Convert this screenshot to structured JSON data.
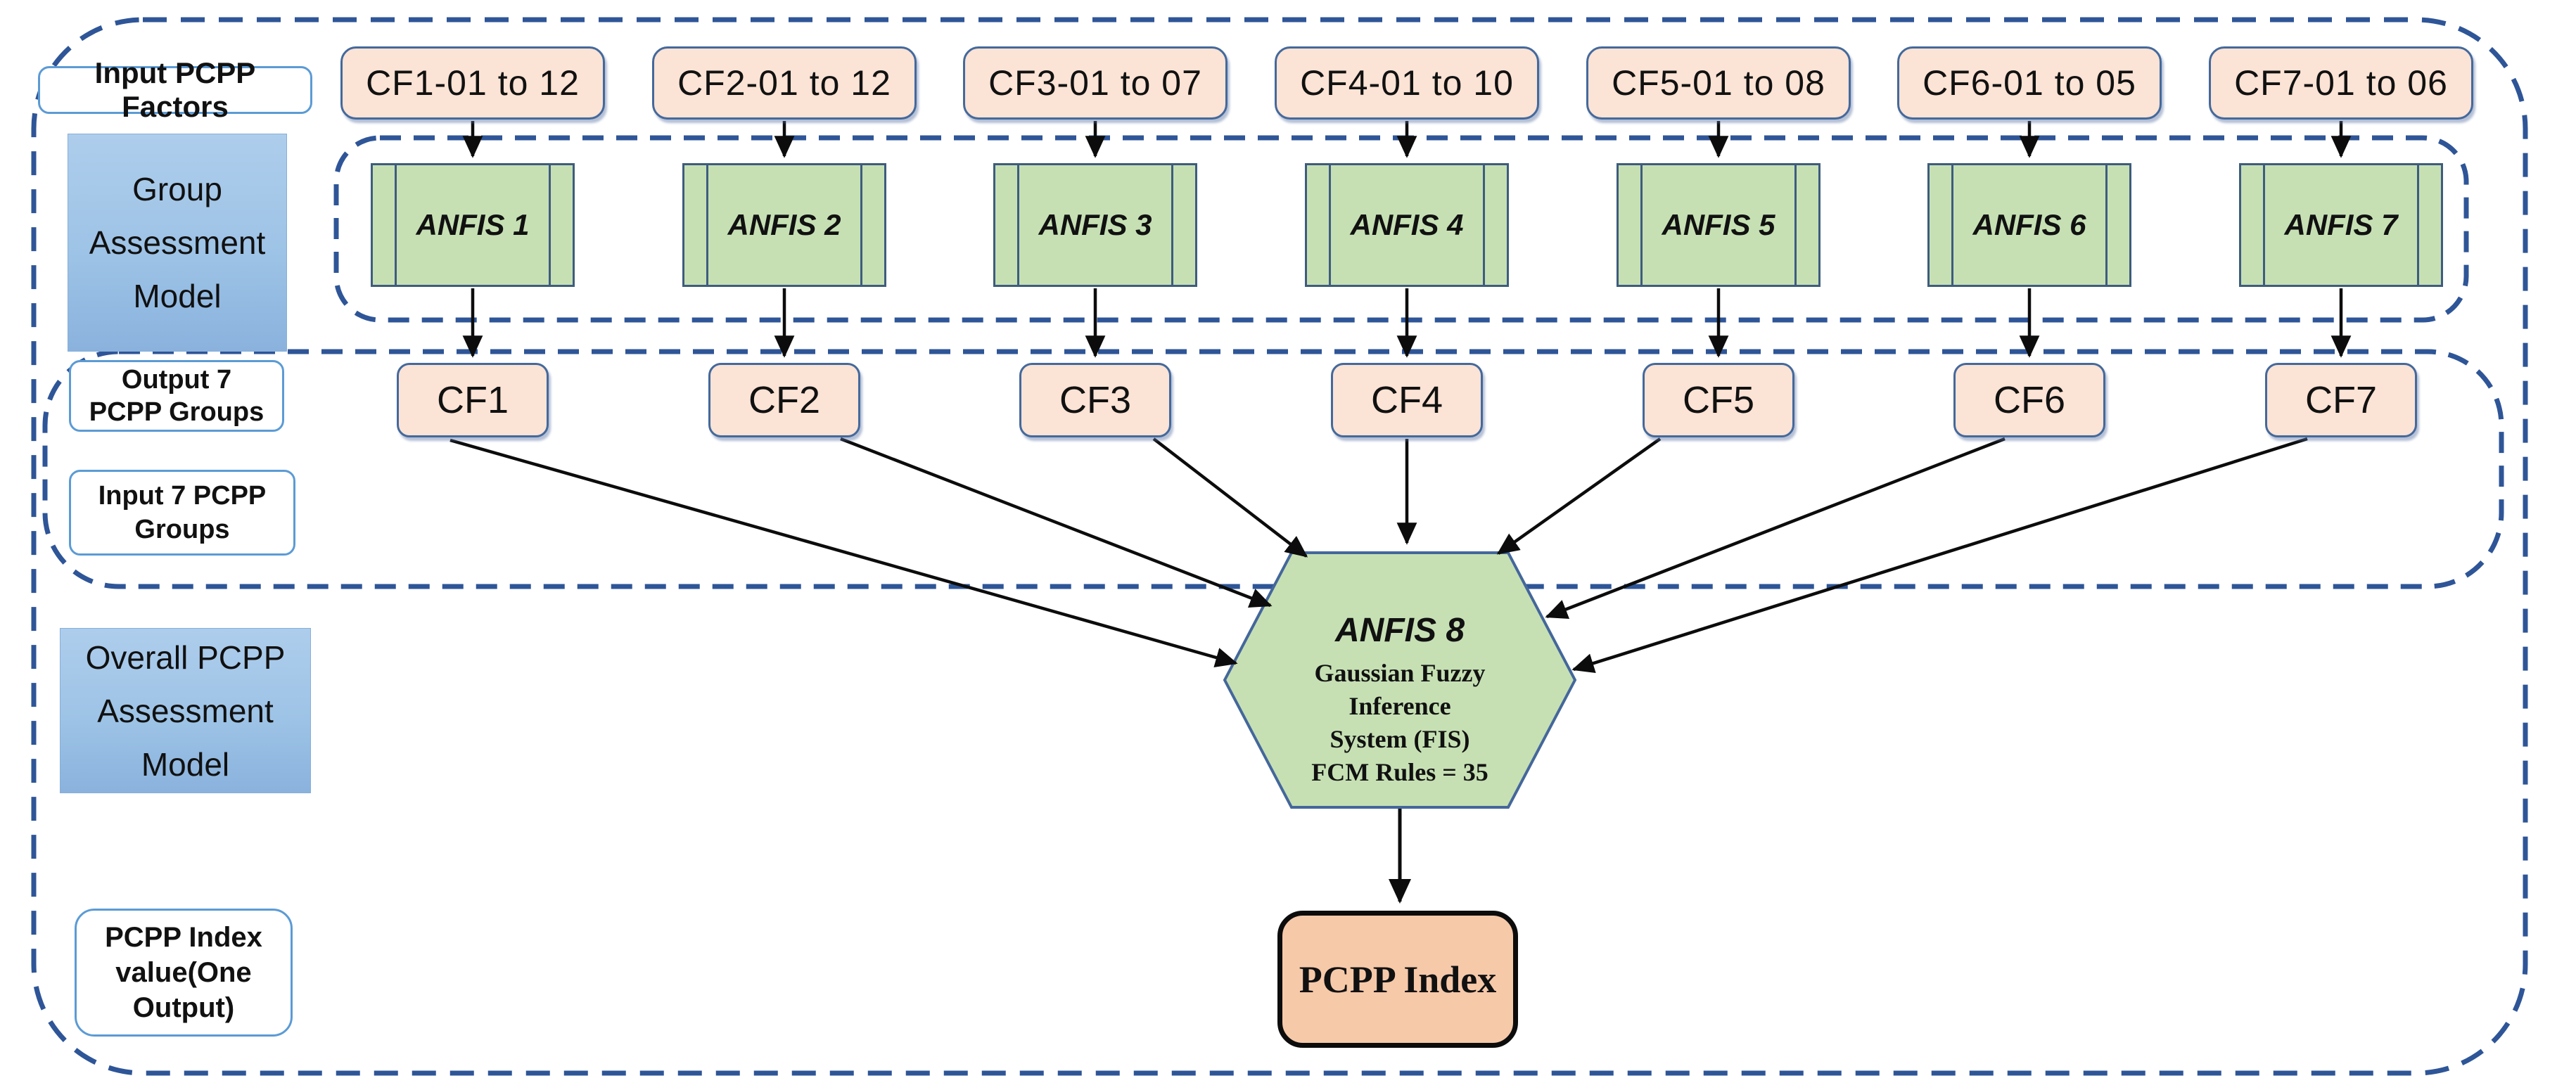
{
  "diagram": {
    "type": "flowchart",
    "description_visible_text_only": true
  },
  "colors": {
    "dashed_container_blue": "#2E5597",
    "box_border_blue": "#44699C",
    "panel_border_slate": "#3E5C7E",
    "peach_fill": "#FBE3D5",
    "green_fill": "#C6E0B4",
    "blue_label_fill": "#9DC3E6",
    "white_label_border": "#5B9BD5",
    "pcpp_index_fill": "#F6C9A9",
    "arrow_black": "#0c0c0c"
  },
  "sidebar": {
    "input_pcpp_factors": "Input PCPP Factors",
    "group_assessment_model": {
      "lines": [
        "Group",
        "Assessment",
        "Model"
      ]
    },
    "output_7_pcpp_groups": {
      "lines": [
        "Output 7",
        "PCPP Groups"
      ]
    },
    "input_7_pcpp_groups": {
      "lines": [
        "Input 7 PCPP",
        "Groups"
      ]
    },
    "overall_pcpp_assessment_model": {
      "lines": [
        "Overall PCPP",
        "Assessment",
        "Model"
      ]
    },
    "pcpp_index_value_one_output": {
      "lines": [
        "PCPP Index",
        "value(One",
        "Output)"
      ]
    }
  },
  "columns": [
    {
      "factor": "CF1-01 to 12",
      "anfis": "ANFIS 1",
      "output": "CF1"
    },
    {
      "factor": "CF2-01 to 12",
      "anfis": "ANFIS 2",
      "output": "CF2"
    },
    {
      "factor": "CF3-01 to 07",
      "anfis": "ANFIS 3",
      "output": "CF3"
    },
    {
      "factor": "CF4-01 to 10",
      "anfis": "ANFIS 4",
      "output": "CF4"
    },
    {
      "factor": "CF5-01 to 08",
      "anfis": "ANFIS 5",
      "output": "CF5"
    },
    {
      "factor": "CF6-01 to 05",
      "anfis": "ANFIS 6",
      "output": "CF6"
    },
    {
      "factor": "CF7-01 to 06",
      "anfis": "ANFIS 7",
      "output": "CF7"
    }
  ],
  "hexagon": {
    "title": "ANFIS 8",
    "lines": [
      "Gaussian Fuzzy",
      "Inference",
      "System (FIS)",
      "FCM Rules = 35"
    ]
  },
  "pcpp_index_label": "PCPP Index"
}
